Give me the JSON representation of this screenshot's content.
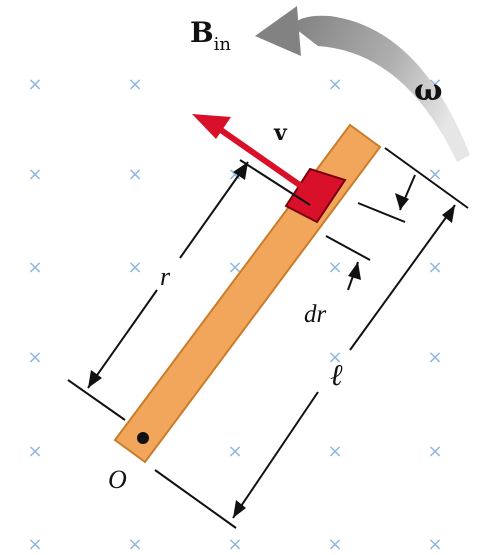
{
  "field_marker": "×",
  "labels": {
    "field_symbol": "B",
    "field_subscript": "in",
    "angular_velocity": "ω",
    "velocity": "v",
    "radius": "r",
    "element_width": "dr",
    "rod_length": "ℓ",
    "pivot": "O"
  },
  "colors": {
    "rod_fill": "#f2a65c",
    "rod_stroke": "#c97d2a",
    "element_fill": "#d8102a",
    "velocity_arrow": "#d8102a",
    "rotation_arrow": "#9a9a9a",
    "field_marker": "#8fb7df",
    "dimension_lines": "#111111"
  },
  "icons": {
    "rotation_direction": "curved-arrow-counterclockwise-icon",
    "velocity_direction": "arrow-up-left-icon",
    "pivot_point": "dot-icon"
  }
}
